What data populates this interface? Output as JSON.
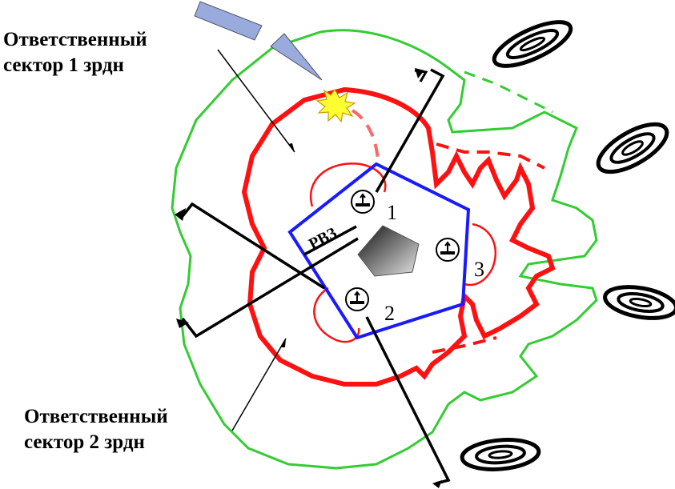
{
  "labels": {
    "sector1_line1": "Ответственный",
    "sector1_line2": "сектор 1 зрдн",
    "sector2_line1": "Ответственный",
    "sector2_line2": "сектор 2 зрдн"
  },
  "markers": {
    "battery_1": "1",
    "battery_2": "2",
    "battery_3": "3",
    "rvz": "РВЗ"
  },
  "icons": {
    "aircraft": "aircraft-contour-icon",
    "launcher": "launcher-icon",
    "explosion": "explosion-burst-icon",
    "protected_object": "pentagon-object-icon"
  },
  "colors": {
    "zone_boundary": "#33cc33",
    "engagement_zone": "#ff1111",
    "sector_boundary": "#1a1aff",
    "direction_lines": "#000000",
    "missile_markers": "#99aadd",
    "explosion": "#ffff33"
  }
}
